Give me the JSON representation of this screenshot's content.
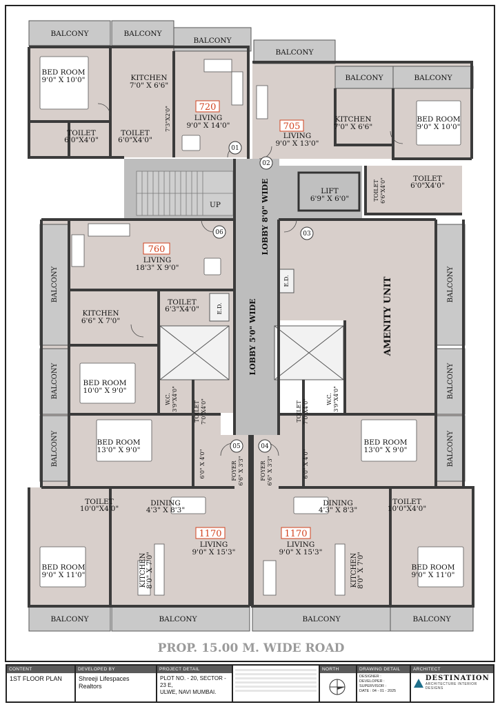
{
  "plan": {
    "road_label": "PROP. 15.00 M. WIDE ROAD",
    "labels": {
      "balcony": "BALCONY",
      "bedroom": "BED ROOM",
      "kitchen": "KITCHEN",
      "toilet": "TOILET",
      "living": "LIVING",
      "dining": "DINING",
      "wc": "W.C.",
      "foyer": "FOYER",
      "lift": "LIFT",
      "up": "UP",
      "ed": "E.D.",
      "lobby_8": "LOBBY 8'0\" WIDE",
      "lobby_5": "LOBBY 5'0\" WIDE",
      "amenity": "AMENITY UNIT"
    },
    "units": {
      "u720": "720",
      "u705": "705",
      "u760": "760",
      "u1170a": "1170",
      "u1170b": "1170"
    },
    "flat_numbers": [
      "01",
      "02",
      "03",
      "04",
      "05",
      "06"
    ],
    "dims": {
      "bed_9x10": "9'0\" X 10'0\"",
      "kit_7x66": "7'0\" X 6'6\"",
      "toi_6x4": "6'0\"X4'0\"",
      "liv_9x14": "9'0\" X 14'0\"",
      "liv_9x13": "9'0\" X 13'0\"",
      "d_73x20": "7'3\"X2'0\"",
      "toi_66x4": "6'6\"X4'0\"",
      "lift": "6'9\" X 6'0\"",
      "liv_183x9": "18'3\" X 9'0\"",
      "kit_66x7": "6'6\" X 7'0\"",
      "toi_63x4": "6'3\"X4'0\"",
      "bed_10x9": "10'0\" X 9'0\"",
      "wc_39x4": "3'9\"X4'0\"",
      "toi_7x4": "7'0\"X4'0\"",
      "bed_13x9": "13'0\" X 9'0\"",
      "p_6x4": "6'0\" X 4'0\"",
      "foyer": "6'6\" X 3'3\"",
      "toi_10x4": "10'0\"X4'0\"",
      "din": "4'3\" X 8'3\"",
      "liv_9x153": "9'0\" X 15'3\"",
      "kit_8x7": "8'0\" X 7'0\"",
      "bed_9x11": "9'0\" X 11'0\""
    }
  },
  "footer": {
    "content_label": "CONTENT",
    "content_value": "1ST FLOOR PLAN",
    "developed_label": "DEVELOPED BY",
    "developed_value": "Shreeji Lifespaces Realtors",
    "project_label": "PROJECT DETAIL",
    "project_line1": "PLOT NO. - 20, SECTOR - 23 E,",
    "project_line2": "ULWE, NAVI MUMBAI.",
    "north_label": "NORTH",
    "drawing_label": "DRAWING DETAIL",
    "designer": "DESIGNER :",
    "developer": "DEVELOPER :",
    "supervisor": "SUPERVISOR :",
    "date": "DATE : 04 - 01 - 2025",
    "architect_label": "ARCHITECT",
    "architect_name": "DESTINATION",
    "architect_sub": "ARCHITECTURE INTERIOR DESIGNS"
  },
  "colors": {
    "floor": "#d8cfcb",
    "balcony": "#c9c9c9",
    "lobby": "#bdbdbd",
    "wall": "#3b3b3b",
    "unit_number": "#d2401c"
  }
}
